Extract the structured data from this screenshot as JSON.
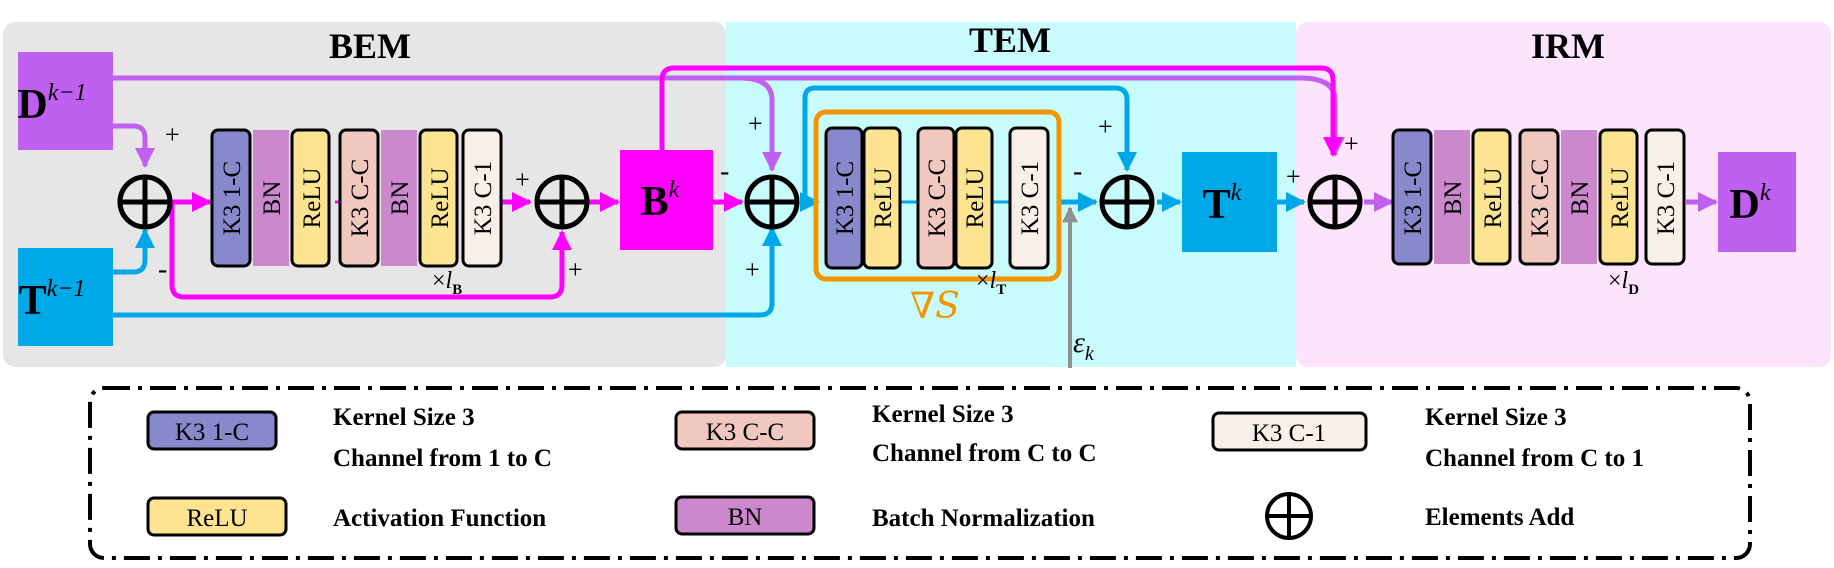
{
  "sections": {
    "bem": "BEM",
    "tem": "TEM",
    "irm": "IRM"
  },
  "variables": {
    "D_prev": {
      "base": "D",
      "sup": "k−1"
    },
    "T_prev": {
      "base": "T",
      "sup": "k−1"
    },
    "B_k": {
      "base": "B",
      "sup": "k"
    },
    "T_k": {
      "base": "T",
      "sup": "k"
    },
    "D_k": {
      "base": "D",
      "sup": "k"
    }
  },
  "blocks": {
    "conv_1c": "K3 1-C",
    "bn": "BN",
    "relu": "ReLU",
    "conv_cc": "K3 C-C",
    "conv_c1": "K3 C-1"
  },
  "repeat": {
    "bem": {
      "times": "×",
      "var": "l",
      "sub": "B"
    },
    "tem": {
      "times": "×",
      "var": "l",
      "sub": "T"
    },
    "irm": {
      "times": "×",
      "var": "l",
      "sub": "D"
    }
  },
  "gradient_label": "∇",
  "gradient_symbol": "S",
  "epsilon": {
    "base": "ε",
    "sub": "k"
  },
  "signs": {
    "plus": "+",
    "minus": "-"
  },
  "legend": {
    "conv_1c": {
      "label": "K3 1-C",
      "line1": "Kernel Size 3",
      "line2": "Channel from 1 to C"
    },
    "conv_cc": {
      "label": "K3 C-C",
      "line1": "Kernel Size 3",
      "line2": "Channel from C to C"
    },
    "conv_c1": {
      "label": "K3 C-1",
      "line1": "Kernel Size 3",
      "line2": "Channel from C to 1"
    },
    "relu": {
      "label": "ReLU",
      "desc": "Activation Function"
    },
    "bn": {
      "label": "BN",
      "desc": "Batch Normalization"
    },
    "add": {
      "desc": "Elements Add"
    }
  },
  "colors": {
    "bem_bg": "#e6e6e6",
    "tem_bg": "#c8fcfc",
    "irm_bg": "#fce4fc",
    "magenta": "#ff00ff",
    "cyan": "#00a8e8",
    "purple": "#c060f0",
    "conv_1c": "#8888cc",
    "bn": "#cc88cc",
    "relu": "#fce490",
    "conv_cc": "#f0c8c0",
    "conv_c1": "#f8f0e8",
    "orange": "#f29400",
    "gray": "#909090"
  }
}
